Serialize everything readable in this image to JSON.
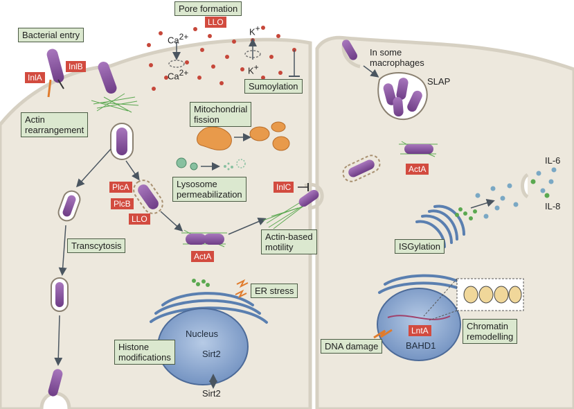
{
  "labels": {
    "pore_formation": "Pore formation",
    "llo_top": "LLO",
    "ca_top": "Ca",
    "ca_top_sup": "2+",
    "ca_bottom": "Ca",
    "ca_bottom_sup": "2+",
    "k_top": "K",
    "k_top_sup": "+",
    "k_bottom": "K",
    "k_bottom_sup": "+",
    "sumoylation": "Sumoylation",
    "bacterial_entry": "Bacterial entry",
    "inla": "InlA",
    "inlb": "InlB",
    "actin_rearrangement_1": "Actin",
    "actin_rearrangement_2": "rearrangement",
    "mito_fission_1": "Mitochondrial",
    "mito_fission_2": "fission",
    "lysosome_1": "Lysosome",
    "lysosome_2": "permeabilization",
    "plca": "PlcA",
    "plcb": "PlcB",
    "llo_mid": "LLO",
    "actA_left": "ActA",
    "inlc": "InlC",
    "actin_motility_1": "Actin-based",
    "actin_motility_2": "motility",
    "transcytosis": "Transcytosis",
    "er_stress": "ER stress",
    "nucleus": "Nucleus",
    "sirt2_in": "Sirt2",
    "sirt2_out": "Sirt2",
    "histone_1": "Histone",
    "histone_2": "modifications",
    "in_some_1": "In some",
    "in_some_2": "macrophages",
    "slap": "SLAP",
    "actA_right": "ActA",
    "il6": "IL-6",
    "il8": "IL-8",
    "isgylation": "ISGylation",
    "lnta": "LntA",
    "bahd1": "BAHD1",
    "chromatin_1": "Chromatin",
    "chromatin_2": "remodelling",
    "dna_damage": "DNA damage"
  },
  "colors": {
    "cell": "#ede8dd",
    "membrane": "#d6d0c2",
    "bacterium": "#8a55a0",
    "tag": "#d24b3f",
    "box": "#dbe8cf",
    "er": "#5a7fb0",
    "nucleus": "#7e9cc4",
    "mito": "#e89a4b",
    "actin": "#5aa850"
  }
}
